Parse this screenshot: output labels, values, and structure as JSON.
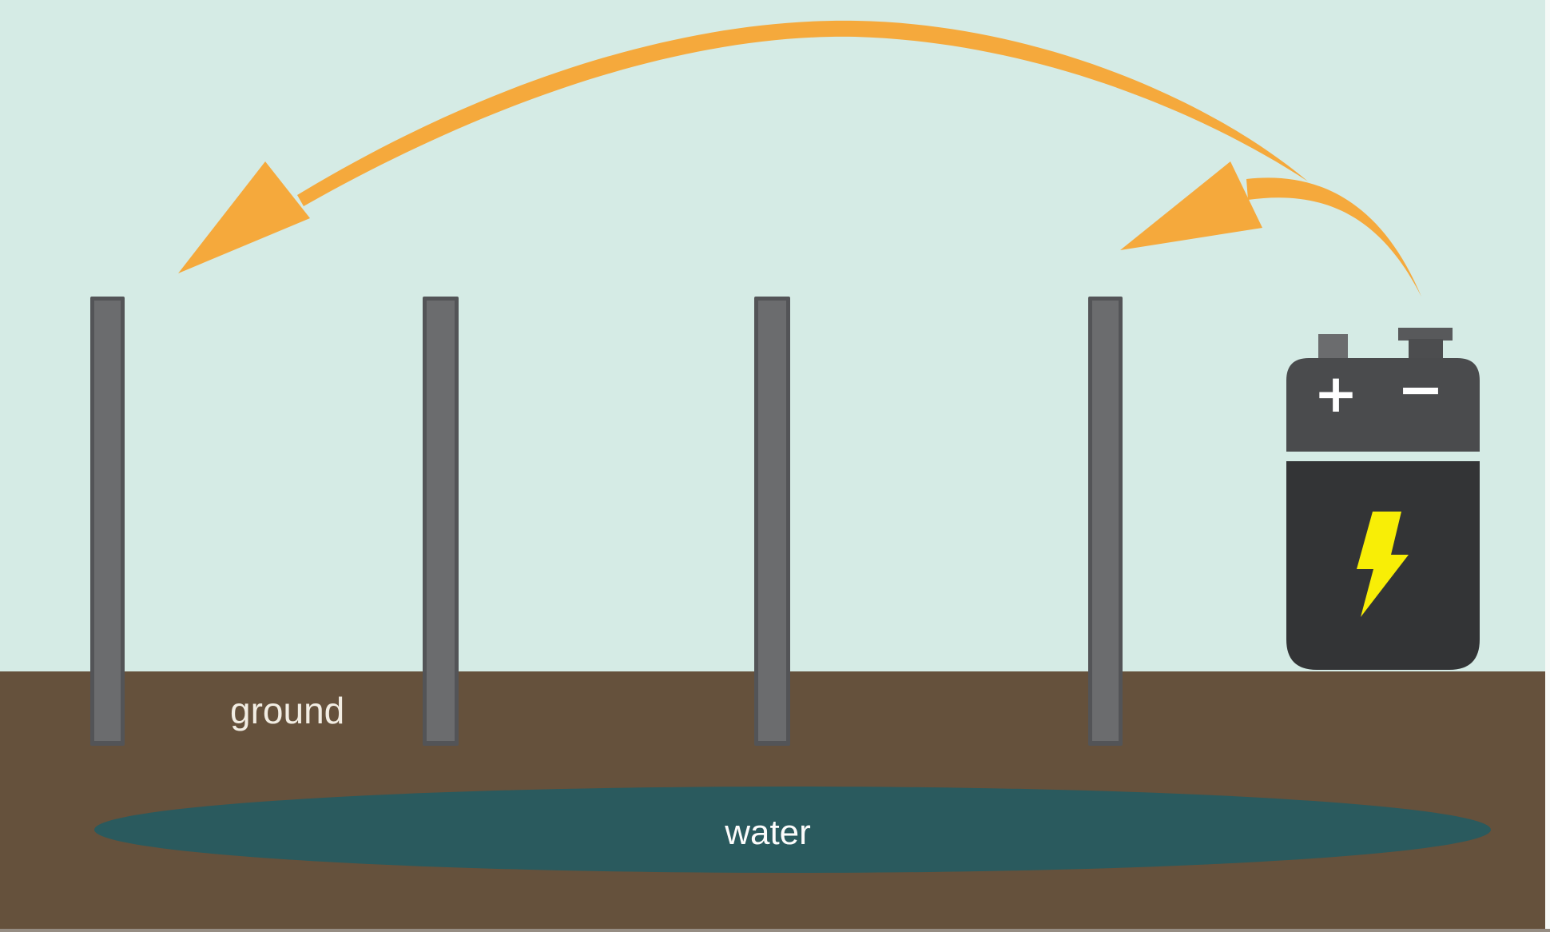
{
  "labels": {
    "ground": "ground",
    "water": "water"
  },
  "battery": {
    "positive_label": "+",
    "negative_label": "−"
  },
  "rods": {
    "count": 4
  },
  "icons": {
    "lightning_bolt": "lightning-bolt",
    "arrow_long": "current-flow-arc-long",
    "arrow_short": "current-flow-arc-short"
  },
  "colors": {
    "sky": "#D5EBE5",
    "soil": "#65513C",
    "water": "#2A5A5E",
    "arrow": "#F5A93C",
    "rod_outer": "#535457",
    "rod_inner": "#6B6C6E",
    "battery_top": "#4A4B4D",
    "battery_bottom": "#333436",
    "terminal_small": "#6B6C6E",
    "terminal_cap": "#58595B",
    "terminal_post": "#4C4D4F",
    "bolt": "#F8EE06",
    "ground_text": "#F2EDE3",
    "water_text": "#FCFCFC",
    "symbol": "#FFFFFF",
    "edge_right": "#F7FAF8",
    "edge_bottom": "#968D83"
  }
}
